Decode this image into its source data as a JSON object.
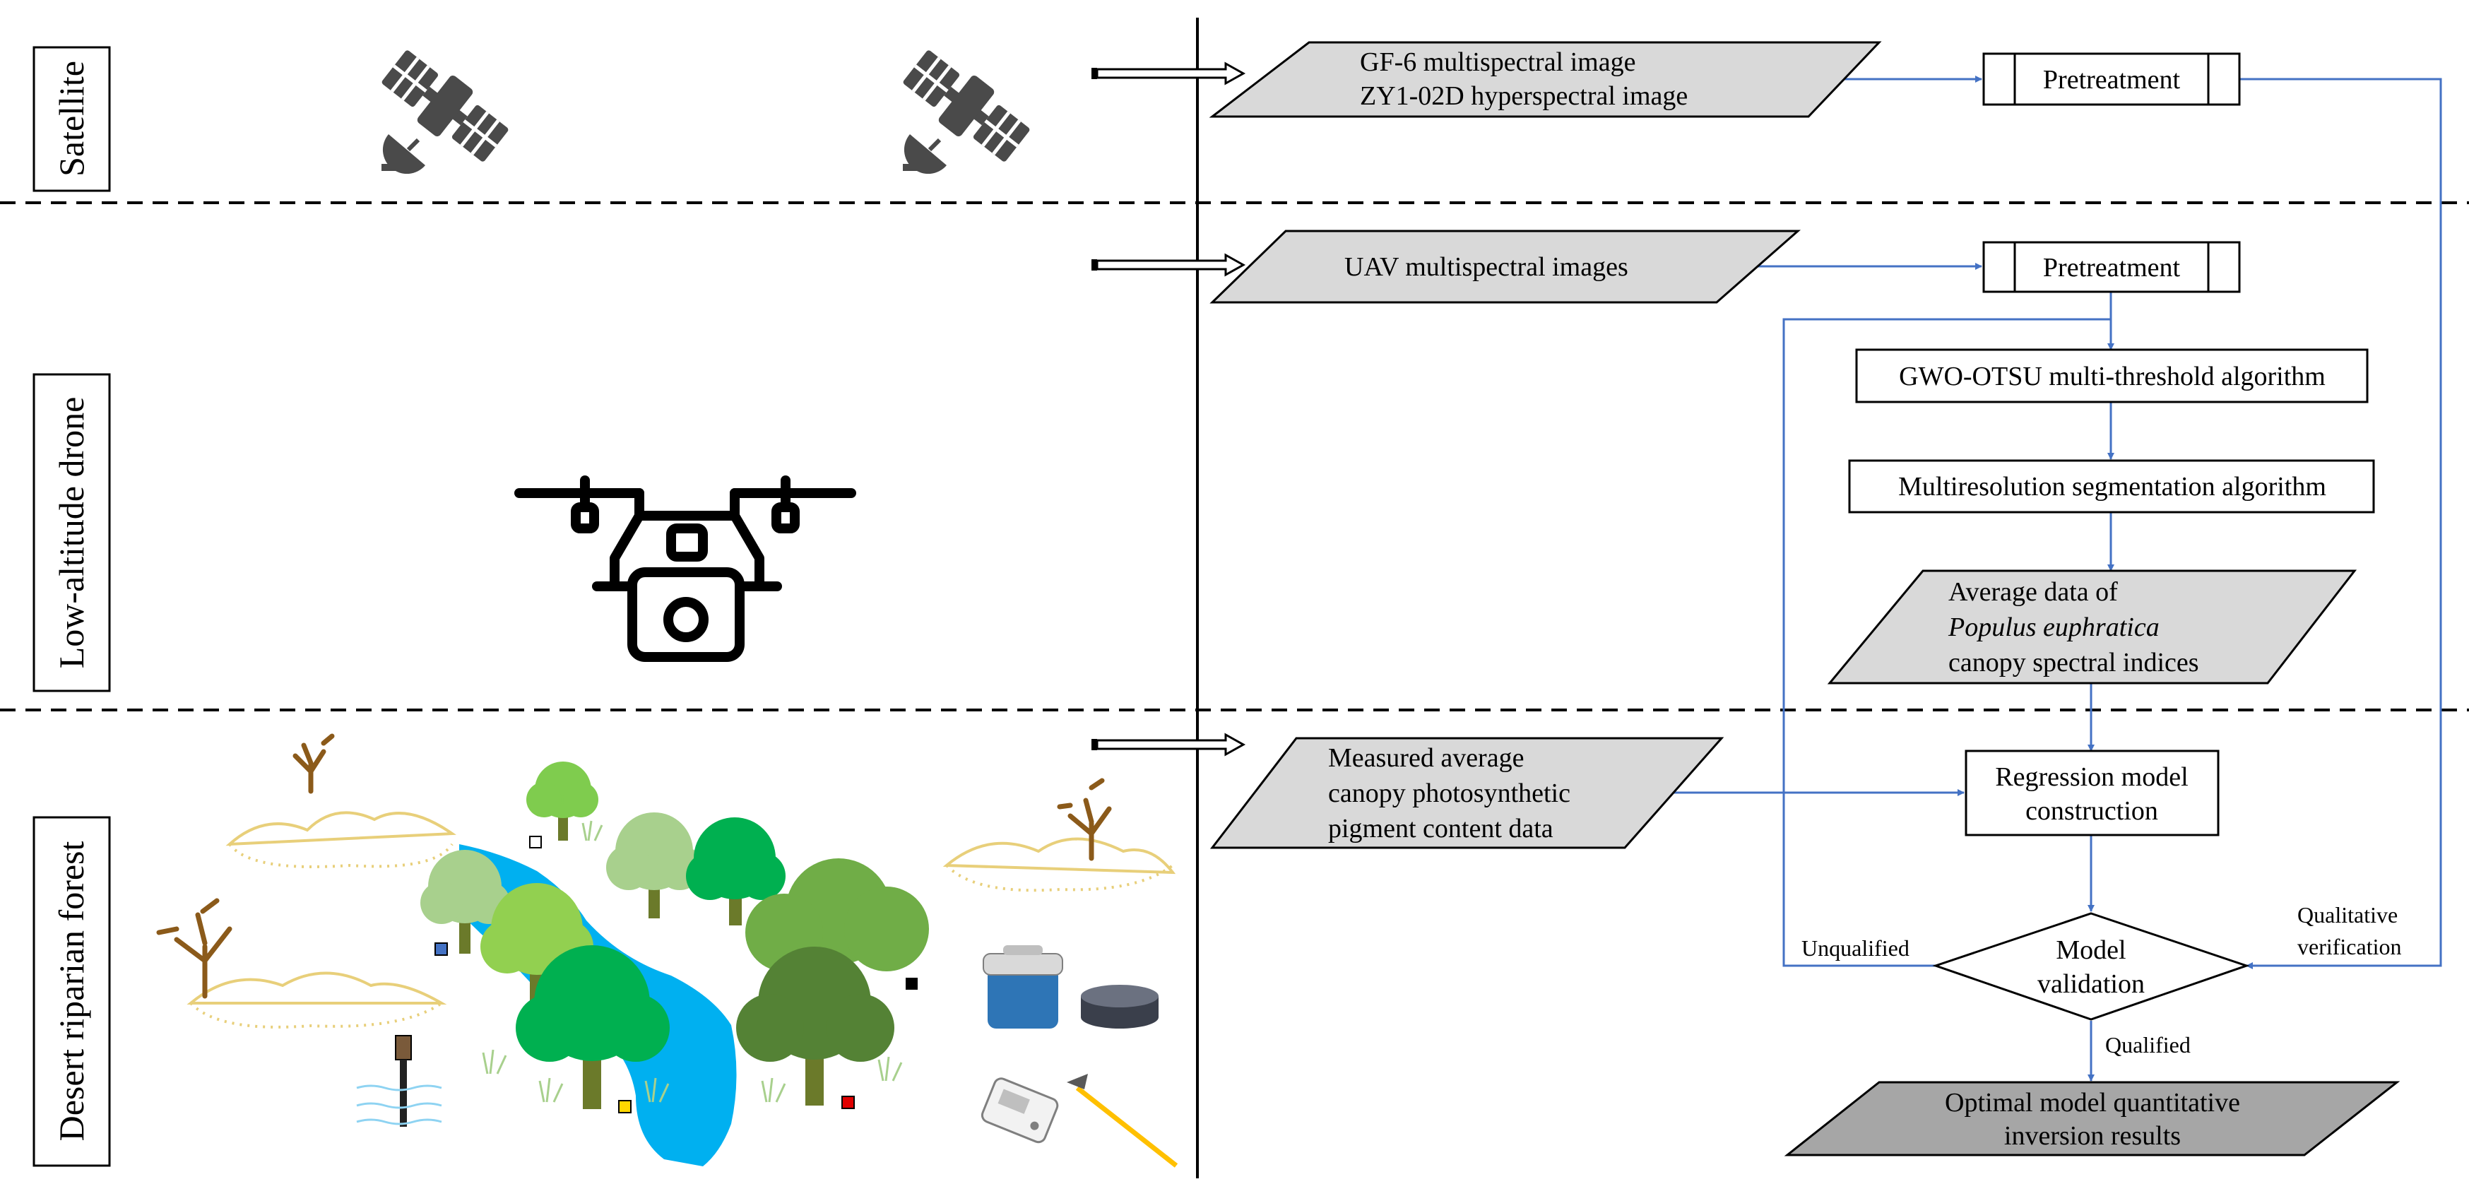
{
  "layers": {
    "satellite": "Satellite",
    "drone": "Low-altitude drone",
    "forest": "Desert riparian forest"
  },
  "inputs": {
    "satellite_line1": "GF-6 multispectral image",
    "satellite_line2": "ZY1-02D hyperspectral image",
    "uav": "UAV multispectral  images",
    "measured_line1": "Measured average",
    "measured_line2": "canopy photosynthetic",
    "measured_line3": "pigment  content data"
  },
  "process": {
    "pretreatment_1": "Pretreatment",
    "pretreatment_2": "Pretreatment",
    "gwo_otsu": "GWO-OTSU multi-threshold  algorithm",
    "multiresolution": "Multiresolution  segmentation  algorithm",
    "average_line1": "Average  data of",
    "average_line2": "Populus euphratica",
    "average_line3": "canopy spectral indices",
    "regression_line1": "Regression model",
    "regression_line2": "construction",
    "validation_line1": "Model",
    "validation_line2": "validation",
    "optimal_line1": "Optimal model quantitative",
    "optimal_line2": "inversion results"
  },
  "edges": {
    "unqualified": "Unqualified",
    "qualitative_line1": "Qualitative",
    "qualitative_line2": "verification",
    "qualified": "Qualified"
  },
  "icons": {
    "satellite": "satellite-icon",
    "drone": "drone-icon",
    "forest": "forest-scene",
    "equipment": [
      "cooler-box-icon",
      "sample-tin-icon",
      "chlorophyll-meter-icon",
      "pruning-pole-icon"
    ]
  },
  "colors": {
    "arrow_blue": "#4472C4",
    "shape_gray": "#D9D9D9",
    "shape_dark_gray": "#A6A6A6",
    "river_blue": "#00B0F0"
  }
}
